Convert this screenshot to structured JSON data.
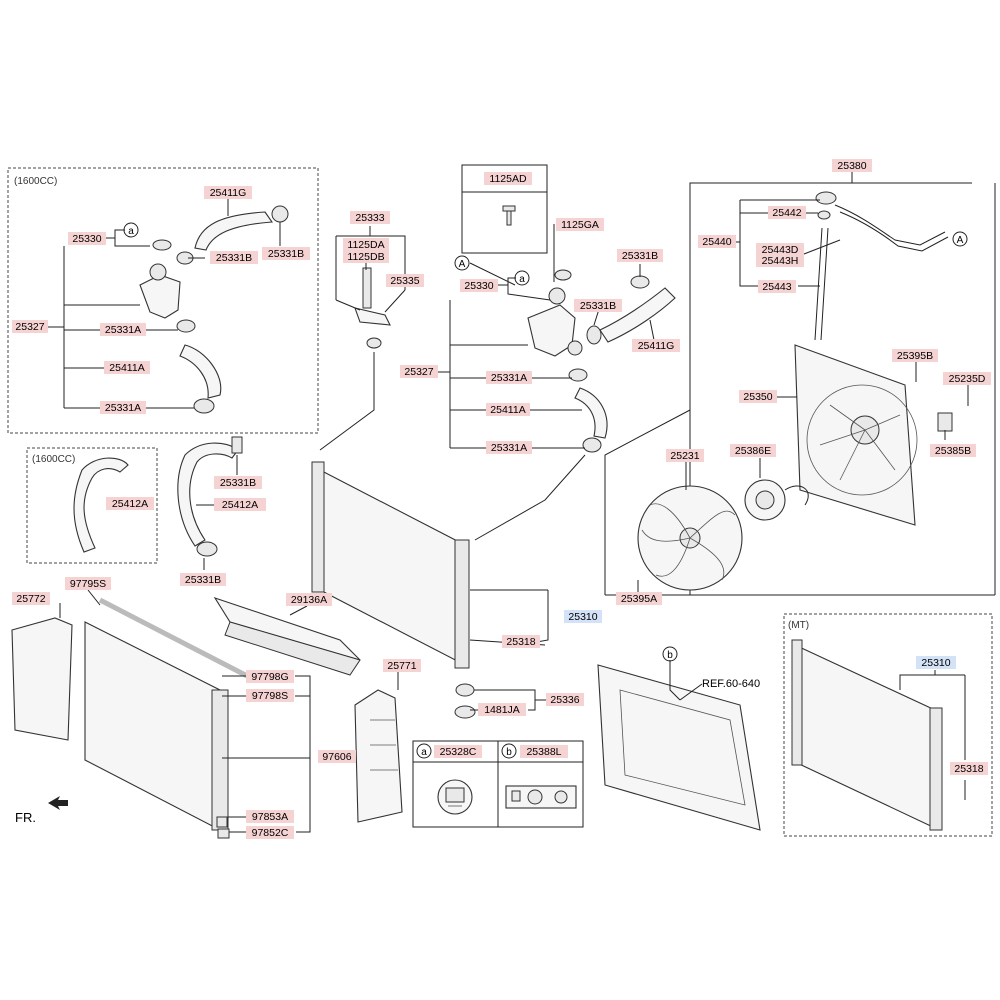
{
  "group_labels": {
    "g1600cc_top": "(1600CC)",
    "g1600cc_mid": "(1600CC)",
    "gmt": "(MT)",
    "ref": "REF.60-640",
    "fr": "FR."
  },
  "circle_markers": {
    "a": "a",
    "b": "b",
    "A": "A"
  },
  "colors": {
    "label_fill": "#f6d3d3",
    "label_fill_blue": "#d3e2f6",
    "line": "#222222"
  },
  "part_labels": [
    {
      "id": "p25411G_l",
      "text": "25411G",
      "hl": "red"
    },
    {
      "id": "p25330_l",
      "text": "25330",
      "hl": "red"
    },
    {
      "id": "p25331B_l1",
      "text": "25331B",
      "hl": "red"
    },
    {
      "id": "p25331B_l2",
      "text": "25331B",
      "hl": "red"
    },
    {
      "id": "p25327_l",
      "text": "25327",
      "hl": "red"
    },
    {
      "id": "p25331A_l1",
      "text": "25331A",
      "hl": "red"
    },
    {
      "id": "p25411A_l",
      "text": "25411A",
      "hl": "red"
    },
    {
      "id": "p25331A_l2",
      "text": "25331A",
      "hl": "red"
    },
    {
      "id": "p25412A_l",
      "text": "25412A",
      "hl": "red"
    },
    {
      "id": "p25331B_m",
      "text": "25331B",
      "hl": "red"
    },
    {
      "id": "p25412A_m",
      "text": "25412A",
      "hl": "red"
    },
    {
      "id": "p25331B_m2",
      "text": "25331B",
      "hl": "red"
    },
    {
      "id": "p25333",
      "text": "25333",
      "hl": "red"
    },
    {
      "id": "p1125DA",
      "text": "1125DA",
      "hl": "red"
    },
    {
      "id": "p1125DB",
      "text": "1125DB",
      "hl": "red"
    },
    {
      "id": "p25335",
      "text": "25335",
      "hl": "red"
    },
    {
      "id": "p1125AD",
      "text": "1125AD",
      "hl": "red"
    },
    {
      "id": "p1125GA",
      "text": "1125GA",
      "hl": "red"
    },
    {
      "id": "p25331B_r1",
      "text": "25331B",
      "hl": "red"
    },
    {
      "id": "p25330_r",
      "text": "25330",
      "hl": "red"
    },
    {
      "id": "p25331B_r2",
      "text": "25331B",
      "hl": "red"
    },
    {
      "id": "p25411G_r",
      "text": "25411G",
      "hl": "red"
    },
    {
      "id": "p25327_r",
      "text": "25327",
      "hl": "red"
    },
    {
      "id": "p25331A_r1",
      "text": "25331A",
      "hl": "red"
    },
    {
      "id": "p25411A_r",
      "text": "25411A",
      "hl": "red"
    },
    {
      "id": "p25331A_r2",
      "text": "25331A",
      "hl": "red"
    },
    {
      "id": "p25380",
      "text": "25380",
      "hl": "red"
    },
    {
      "id": "p25442",
      "text": "25442",
      "hl": "red"
    },
    {
      "id": "p25440",
      "text": "25440",
      "hl": "red"
    },
    {
      "id": "p25443D",
      "text": "25443D",
      "hl": "red"
    },
    {
      "id": "p25443H",
      "text": "25443H",
      "hl": "red"
    },
    {
      "id": "p25443",
      "text": "25443",
      "hl": "red"
    },
    {
      "id": "p25395B",
      "text": "25395B",
      "hl": "red"
    },
    {
      "id": "p25235D",
      "text": "25235D",
      "hl": "red"
    },
    {
      "id": "p25350",
      "text": "25350",
      "hl": "red"
    },
    {
      "id": "p25385B",
      "text": "25385B",
      "hl": "red"
    },
    {
      "id": "p25386E",
      "text": "25386E",
      "hl": "red"
    },
    {
      "id": "p25231",
      "text": "25231",
      "hl": "red"
    },
    {
      "id": "p25395A",
      "text": "25395A",
      "hl": "red"
    },
    {
      "id": "p25772",
      "text": "25772",
      "hl": "red"
    },
    {
      "id": "p97795S",
      "text": "97795S",
      "hl": "red"
    },
    {
      "id": "p29136A",
      "text": "29136A",
      "hl": "red"
    },
    {
      "id": "p25310",
      "text": "25310",
      "hl": "blue"
    },
    {
      "id": "p25318",
      "text": "25318",
      "hl": "red"
    },
    {
      "id": "p25771",
      "text": "25771",
      "hl": "red"
    },
    {
      "id": "p97798G",
      "text": "97798G",
      "hl": "red"
    },
    {
      "id": "p97798S",
      "text": "97798S",
      "hl": "red"
    },
    {
      "id": "p97606",
      "text": "97606",
      "hl": "red"
    },
    {
      "id": "p97853A",
      "text": "97853A",
      "hl": "red"
    },
    {
      "id": "p97852C",
      "text": "97852C",
      "hl": "red"
    },
    {
      "id": "p25336",
      "text": "25336",
      "hl": "red"
    },
    {
      "id": "p1481JA",
      "text": "1481JA",
      "hl": "red"
    },
    {
      "id": "p25328C",
      "text": "25328C",
      "hl": "red"
    },
    {
      "id": "p25388L",
      "text": "25388L",
      "hl": "red"
    },
    {
      "id": "p25310_mt",
      "text": "25310",
      "hl": "blue"
    },
    {
      "id": "p25318_mt",
      "text": "25318",
      "hl": "red"
    }
  ]
}
